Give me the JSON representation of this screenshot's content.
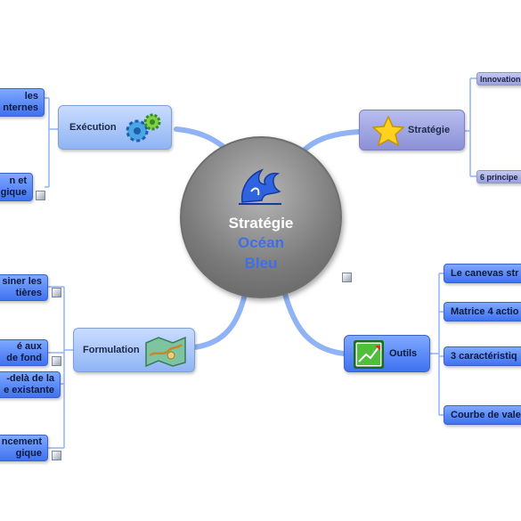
{
  "center": {
    "line1": "Stratégie",
    "line2": "Océan",
    "line3": "Bleu",
    "icon": "wave-icon"
  },
  "branches": {
    "execution": {
      "label": "Exécution",
      "icon": "gears-icon",
      "children": [
        {
          "line1": "les",
          "line2": "nternes"
        },
        {
          "line1": "n et",
          "line2": "gique"
        }
      ]
    },
    "strategie": {
      "label": "Stratégie",
      "icon": "star-icon",
      "children": [
        {
          "label": "Innovation"
        },
        {
          "label": "6 principe"
        }
      ]
    },
    "formulation": {
      "label": "Formulation",
      "icon": "map-icon",
      "children": [
        {
          "line1": "siner les",
          "line2": "tières"
        },
        {
          "line1": "é aux",
          "line2": "de fond"
        },
        {
          "line1": "-delà de la",
          "line2": "e existante"
        },
        {
          "line1": "ncement",
          "line2": "gique"
        }
      ]
    },
    "outils": {
      "label": "Outils",
      "icon": "chart-icon",
      "children": [
        {
          "label": "Le canevas str"
        },
        {
          "label": "Matrice 4 actio"
        },
        {
          "label": "3 caractéristiq"
        },
        {
          "label": "Courbe de vale"
        }
      ]
    }
  },
  "colors": {
    "connector": "#8fb3f5",
    "center_fill": "#7a7a7a",
    "accent_blue": "#3f6fe8"
  }
}
